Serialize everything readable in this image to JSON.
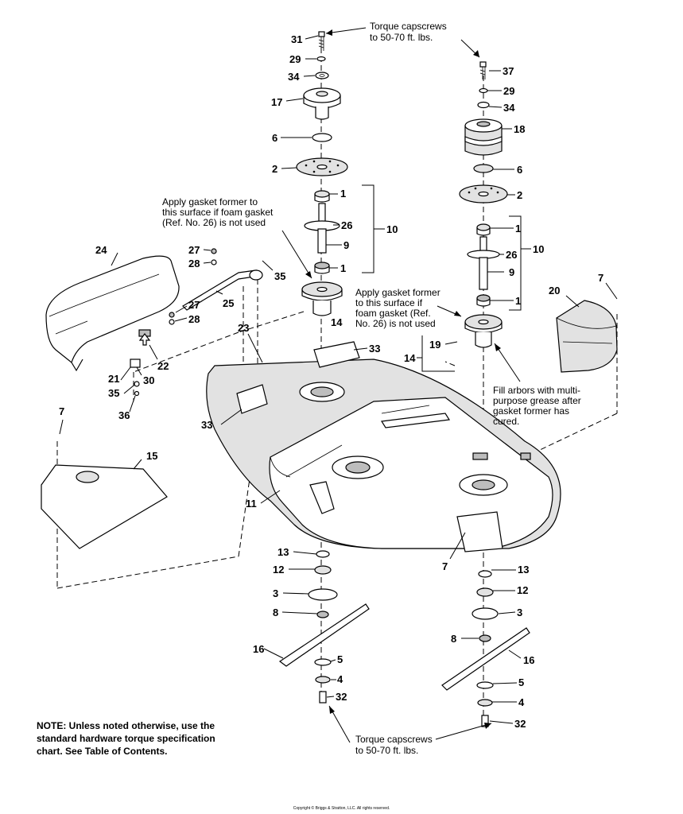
{
  "callouts": {
    "c31": "31",
    "c29a": "29",
    "c34a": "34",
    "c17": "17",
    "c6a": "6",
    "c2a": "2",
    "c1a": "1",
    "c26a": "26",
    "c9a": "9",
    "c1b": "1",
    "c10a": "10",
    "c14a": "14",
    "c37": "37",
    "c29b": "29",
    "c34b": "34",
    "c18": "18",
    "c6b": "6",
    "c2b": "2",
    "c1c": "1",
    "c26b": "26",
    "c9b": "9",
    "c1d": "1",
    "c10b": "10",
    "c24": "24",
    "c27a": "27",
    "c28a": "28",
    "c25": "25",
    "c35a": "35",
    "c27b": "27",
    "c28b": "28",
    "c22": "22",
    "c21": "21",
    "c30": "30",
    "c35b": "35",
    "c36": "36",
    "c23": "23",
    "c33a": "33",
    "c33b": "33",
    "c20": "20",
    "c7a": "7",
    "c19": "19",
    "c14b": "14",
    "c7b": "7",
    "c15": "15",
    "c11": "11",
    "c7c": "7",
    "c13a": "13",
    "c12a": "12",
    "c3a": "3",
    "c8a": "8",
    "c16a": "16",
    "c5a": "5",
    "c4a": "4",
    "c32a": "32",
    "c13b": "13",
    "c12b": "12",
    "c3b": "3",
    "c8b": "8",
    "c16b": "16",
    "c5b": "5",
    "c4b": "4",
    "c32b": "32"
  },
  "annotations": {
    "torque_top": [
      "Torque capscrews",
      "to 50-70 ft. lbs."
    ],
    "gasket_left": [
      "Apply gasket former to",
      "this surface if foam gasket",
      "(Ref. No. 26) is not used"
    ],
    "gasket_right": [
      "Apply gasket former",
      "to this surface if",
      "foam gasket (Ref.",
      "No. 26) is not used"
    ],
    "grease": [
      "Fill arbors with multi-",
      "purpose grease after",
      "gasket former has",
      "cured."
    ],
    "torque_bottom": [
      "Torque capscrews",
      "to 50-70 ft. lbs."
    ]
  },
  "note": "NOTE: Unless noted otherwise, use the standard hardware torque specification chart. See Table of Contents.",
  "copyright": "Copyright © Briggs & Stratton, LLC. All rights reserved."
}
